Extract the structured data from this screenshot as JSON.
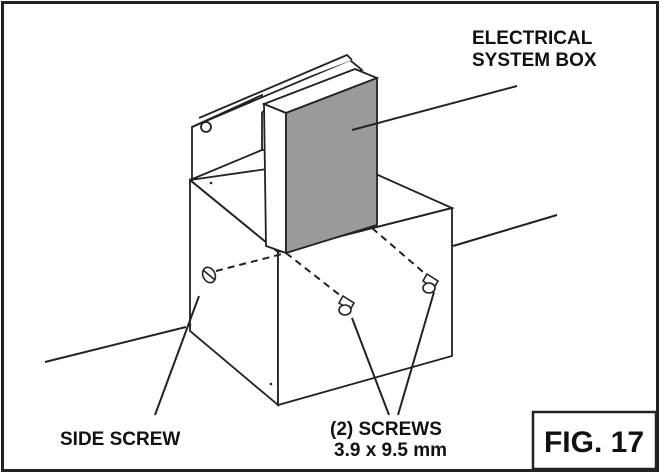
{
  "figure": {
    "callouts": {
      "electrical_box": {
        "line1": "ELECTRICAL",
        "line2": "SYSTEM BOX"
      },
      "side_screw": "SIDE SCREW",
      "screws": {
        "line1": "(2) SCREWS",
        "line2": "3.9 x 9.5 mm"
      }
    },
    "fig_label": "FIG. 17"
  },
  "colors": {
    "line": "#222222",
    "electrical_box_fill": "#9a9a9a",
    "background": "#ffffff"
  }
}
